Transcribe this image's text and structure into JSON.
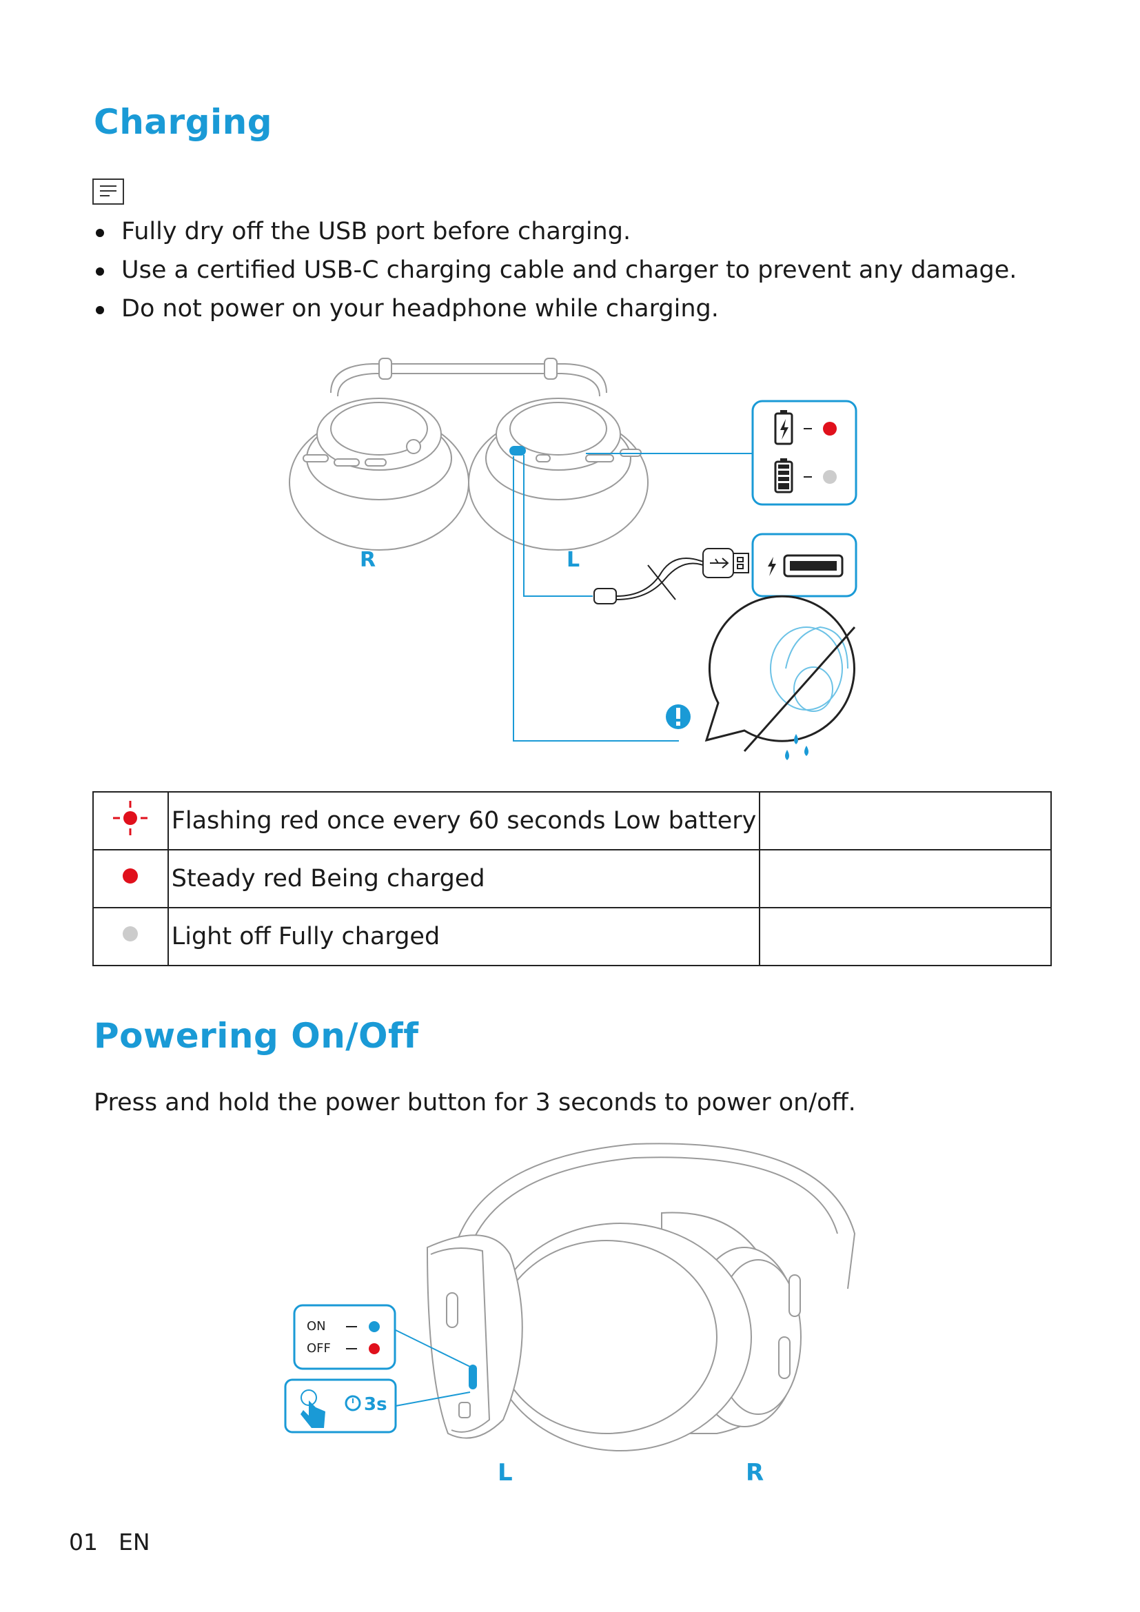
{
  "charging": {
    "title": "Charging",
    "note_icon": "note-icon",
    "notes": [
      "Fully dry off the USB port before charging.",
      "Use a certified USB-C charging cable and charger to prevent any damage.",
      "Do not power on your headphone while charging."
    ],
    "figure": {
      "label_right": "R",
      "label_left": "L",
      "icons": [
        "battery-charging-icon",
        "battery-full-icon",
        "usb-power-icon",
        "warning-icon",
        "no-water-icon"
      ],
      "colors": {
        "accent": "#1a9ad6",
        "red": "#e0101c",
        "grey": "#cccccc"
      }
    },
    "led_table": [
      {
        "icon": "flashing-red-led-icon",
        "text": "Flashing red once every 60 seconds Low battery"
      },
      {
        "icon": "steady-red-led-icon",
        "text": "Steady red Being charged"
      },
      {
        "icon": "light-off-led-icon",
        "text": "Light off Fully charged"
      }
    ]
  },
  "power": {
    "title": "Powering On/Off",
    "instruction": "Press and hold the power button for 3 seconds to power on/off.",
    "figure": {
      "on_label": "ON",
      "off_label": "OFF",
      "hold_time": "3s",
      "label_left": "L",
      "label_right": "R",
      "icons": [
        "press-hand-icon",
        "timer-icon"
      ],
      "colors": {
        "on": "#1a9ad6",
        "off": "#e0101c"
      }
    }
  },
  "footer": {
    "page_number": "01",
    "language": "EN"
  }
}
